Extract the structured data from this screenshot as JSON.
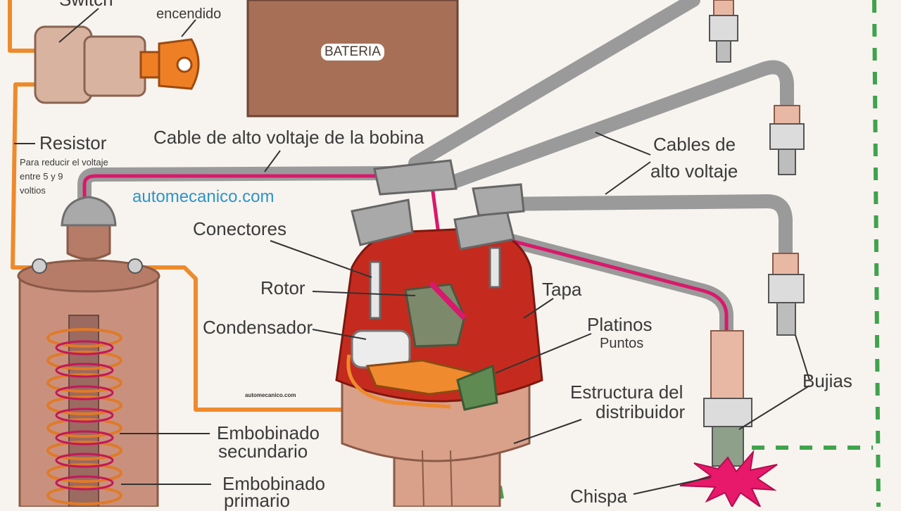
{
  "labels": {
    "switch": "Switch",
    "encendido": "encendido",
    "bateria": "BATERIA",
    "resistor": "Resistor",
    "resistor_note_1": "Para reducir el voltaje",
    "resistor_note_2": "entre 5 y 9",
    "resistor_note_3": "voltios",
    "cable_bobina": "Cable de alto voltaje de la bobina",
    "cables_alto_1": "Cables de",
    "cables_alto_2": "alto voltaje",
    "site": "automecanico.com",
    "site_small": "automecanico.com",
    "conectores": "Conectores",
    "rotor": "Rotor",
    "tapa": "Tapa",
    "condensador": "Condensador",
    "platinos": "Platinos",
    "puntos": "Puntos",
    "estructura_1": "Estructura del",
    "estructura_2": "distribuidor",
    "bujias": "Bujias",
    "emb_sec_1": "Embobinado",
    "emb_sec_2": "secundario",
    "emb_pri_1": "Embobinado",
    "emb_pri_2": "primario",
    "chispa": "Chispa"
  },
  "colors": {
    "background": "#f7f4ef",
    "battery": "#a86f57",
    "coil_body": "#c9917d",
    "distributor_cap": "#c42b1e",
    "distributor_base": "#d9a08a",
    "hv_wire": "#9a9a9a",
    "hv_core": "#d9196b",
    "primary_wire": "#ee8a2c",
    "ground_dash": "#3fa34d",
    "spark": "#e8186b"
  }
}
